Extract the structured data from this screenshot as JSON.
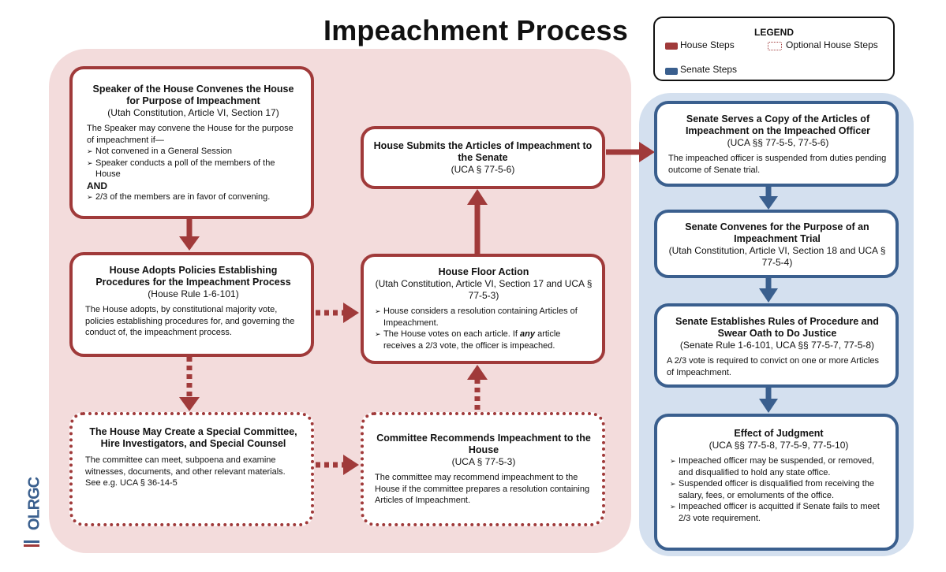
{
  "title": "Impeachment Process",
  "colors": {
    "house": "#a03a3a",
    "senate": "#3a5f8e",
    "house_bg": "#f3dcdc",
    "senate_bg": "#d4e0ef"
  },
  "legend": {
    "title": "LEGEND",
    "house": "House Steps",
    "optional": "Optional House Steps",
    "senate": "Senate Steps"
  },
  "logo": {
    "text": "OLRGC"
  },
  "boxes": {
    "speaker": {
      "title": "Speaker of the House Convenes the House for Purpose of Impeachment",
      "cite": "(Utah Constitution, Article VI, Section 17)",
      "intro": "The Speaker may convene the House for the purpose of impeachment if—",
      "bullets": [
        "Not convened in a General Session",
        "Speaker conducts a poll of the members of the House"
      ],
      "and": "AND",
      "bullet_after": "2/3 of the members are in favor of convening."
    },
    "adopts": {
      "title": "House Adopts Policies Establishing Procedures for the Impeachment Process",
      "cite": "(House Rule 1-6-101)",
      "body": "The House adopts, by constitutional majority vote, policies establishing procedures for, and governing the conduct of, the impeachment process."
    },
    "special": {
      "title": "The House May Create a Special Committee, Hire Investigators, and Special Counsel",
      "body": "The committee can meet, subpoena and examine witnesses, documents, and other relevant materials. See e.g. UCA § 36-14-5"
    },
    "committee": {
      "title": "Committee Recommends Impeachment to the House",
      "cite": "(UCA § 77-5-3)",
      "body": "The committee may recommend impeachment to the House if the committee prepares a resolution containing Articles of Impeachment."
    },
    "floor": {
      "title": "House Floor Action",
      "cite": "(Utah Constitution, Article VI, Section 17 and UCA § 77-5-3)",
      "bullet1": "House considers a resolution containing Articles of Impeachment.",
      "bullet2_a": "The House votes on each article. If ",
      "bullet2_em": "any",
      "bullet2_b": " article receives a 2/3 vote, the officer is impeached."
    },
    "submits": {
      "title": "House Submits the Articles of Impeachment to the Senate",
      "cite": "(UCA § 77-5-6)"
    },
    "serves": {
      "title": "Senate Serves a Copy of the Articles of Impeachment on the Impeached Officer",
      "cite": "(UCA §§ 77-5-5, 77-5-6)",
      "body": "The impeached officer is suspended from duties pending outcome of Senate trial."
    },
    "convenes": {
      "title": "Senate Convenes for the Purpose of an Impeachment Trial",
      "cite": "(Utah Constitution, Article VI, Section 18 and UCA § 77-5-4)"
    },
    "rules": {
      "title": "Senate Establishes Rules of Procedure and Swear Oath to Do Justice",
      "cite": "(Senate Rule 1-6-101, UCA §§ 77-5-7, 77-5-8)",
      "body": "A 2/3 vote is required to convict on one or more Articles of Impeachment."
    },
    "effect": {
      "title": "Effect of Judgment",
      "cite": "(UCA §§ 77-5-8, 77-5-9, 77-5-10)",
      "bullets": [
        "Impeached officer may be suspended, or removed, and disqualified to hold any state office.",
        "Suspended officer is disqualified from receiving the salary, fees, or emoluments of the office.",
        "Impeached officer is acquitted if Senate fails to meet 2/3 vote requirement."
      ]
    }
  }
}
